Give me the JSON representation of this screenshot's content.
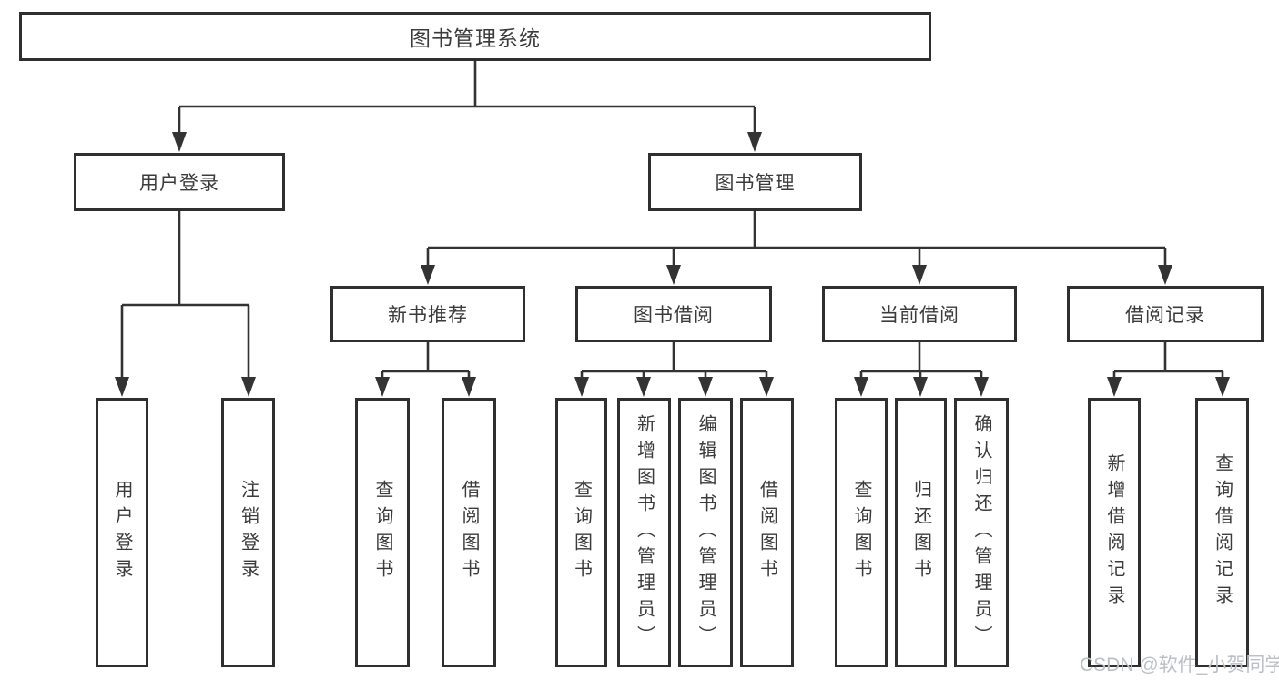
{
  "diagram": {
    "type": "hierarchy-tree",
    "root": {
      "label": "图书管理系统"
    },
    "level2": [
      {
        "id": "user-login",
        "label": "用户登录"
      },
      {
        "id": "book-management",
        "label": "图书管理"
      }
    ],
    "level3": [
      {
        "id": "new-book-recommend",
        "label": "新书推荐",
        "parent": "图书管理"
      },
      {
        "id": "book-borrowing",
        "label": "图书借阅",
        "parent": "图书管理"
      },
      {
        "id": "current-borrowing",
        "label": "当前借阅",
        "parent": "图书管理"
      },
      {
        "id": "borrowing-records",
        "label": "借阅记录",
        "parent": "图书管理"
      }
    ],
    "leaves": [
      {
        "label": "用户登录",
        "parent": "用户登录"
      },
      {
        "label": "注销登录",
        "parent": "用户登录"
      },
      {
        "label": "查询图书",
        "parent": "新书推荐"
      },
      {
        "label": "借阅图书",
        "parent": "新书推荐"
      },
      {
        "label": "查询图书",
        "parent": "图书借阅"
      },
      {
        "label": "新增图书（管理员）",
        "parent": "图书借阅"
      },
      {
        "label": "编辑图书（管理员）",
        "parent": "图书借阅"
      },
      {
        "label": "借阅图书",
        "parent": "图书借阅"
      },
      {
        "label": "查询图书",
        "parent": "当前借阅"
      },
      {
        "label": "归还图书",
        "parent": "当前借阅"
      },
      {
        "label": "确认归还（管理员）",
        "parent": "当前借阅"
      },
      {
        "label": "新增借阅记录",
        "parent": "借阅记录"
      },
      {
        "label": "查询借阅记录",
        "parent": "借阅记录"
      }
    ]
  },
  "watermark": {
    "text": "CSDN @软件_小贺同学",
    "color": "#bcc0c6"
  },
  "colors": {
    "box_border": "#2f2f2f",
    "connector": "#333333",
    "text": "#3b3b3b",
    "background": "#ffffff"
  }
}
